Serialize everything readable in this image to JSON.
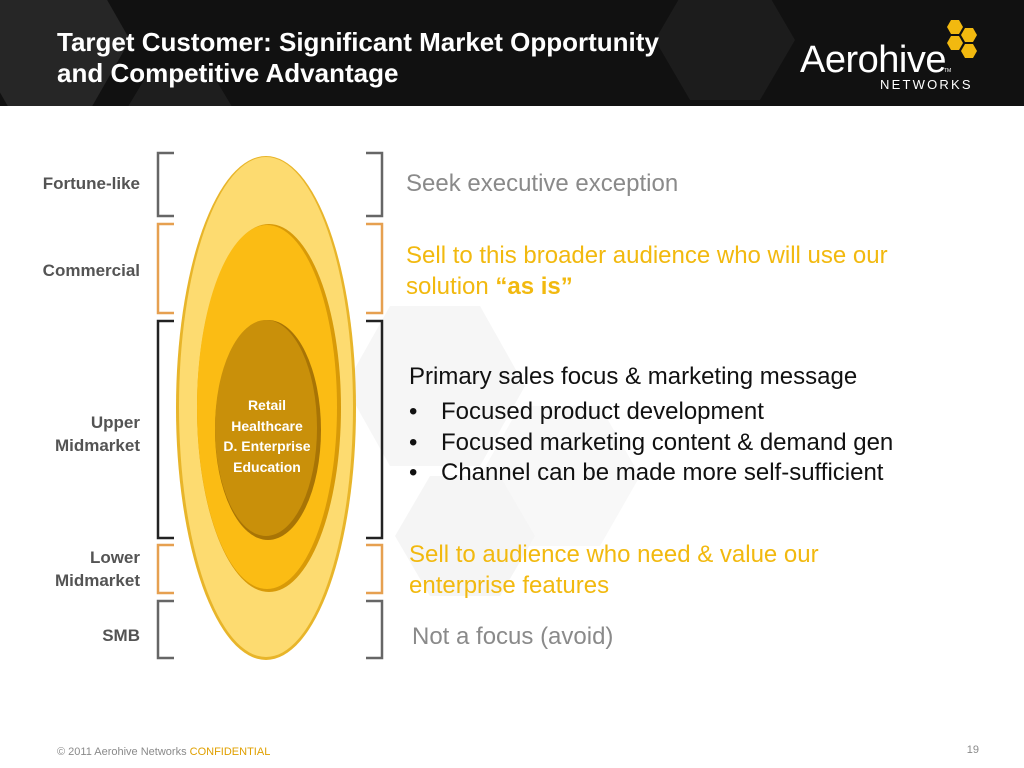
{
  "slide": {
    "title_line1": "Target Customer: Significant Market Opportunity",
    "title_line2": "and Competitive Advantage",
    "logo": {
      "wordmark": "Aerohive",
      "sub": "NETWORKS",
      "tm": "TM"
    },
    "segments": [
      {
        "label": "Fortune-like"
      },
      {
        "label": "Commercial"
      },
      {
        "label_line1": "Upper",
        "label_line2": "Midmarket"
      },
      {
        "label_line1": "Lower",
        "label_line2": "Midmarket"
      },
      {
        "label": "SMB"
      }
    ],
    "inner_verticals": [
      "Retail",
      "Healthcare",
      "D. Enterprise",
      "Education"
    ],
    "notes": {
      "fortune": "Seek executive exception",
      "commercial_line1": "Sell to this broader audience who will use our",
      "commercial_line2_prefix": "solution ",
      "commercial_emphasis": "“as is”",
      "upper_heading": "Primary sales focus & marketing message",
      "upper_bullets": [
        "Focused product development",
        "Focused marketing content & demand gen",
        "Channel can be made more self-sufficient"
      ],
      "bullet_char": "•",
      "lower_line1": "Sell to audience who need & value our",
      "lower_line2": "enterprise features",
      "smb": "Not a focus (avoid)"
    },
    "footer": {
      "copyright": "© 2011 Aerohive Networks ",
      "confidential": "CONFIDENTIAL",
      "page": "19"
    },
    "colors": {
      "header_bg": "#111111",
      "gold": "#f2b90f",
      "outer_ellipse": "#fddb70",
      "middle_ellipse": "#fbbc14",
      "inner_ellipse": "#c9900a",
      "grey_text": "#8a8a8a",
      "bracket_grey": "#666666",
      "bracket_orange": "#e6a050",
      "bracket_dark": "#222222"
    }
  }
}
